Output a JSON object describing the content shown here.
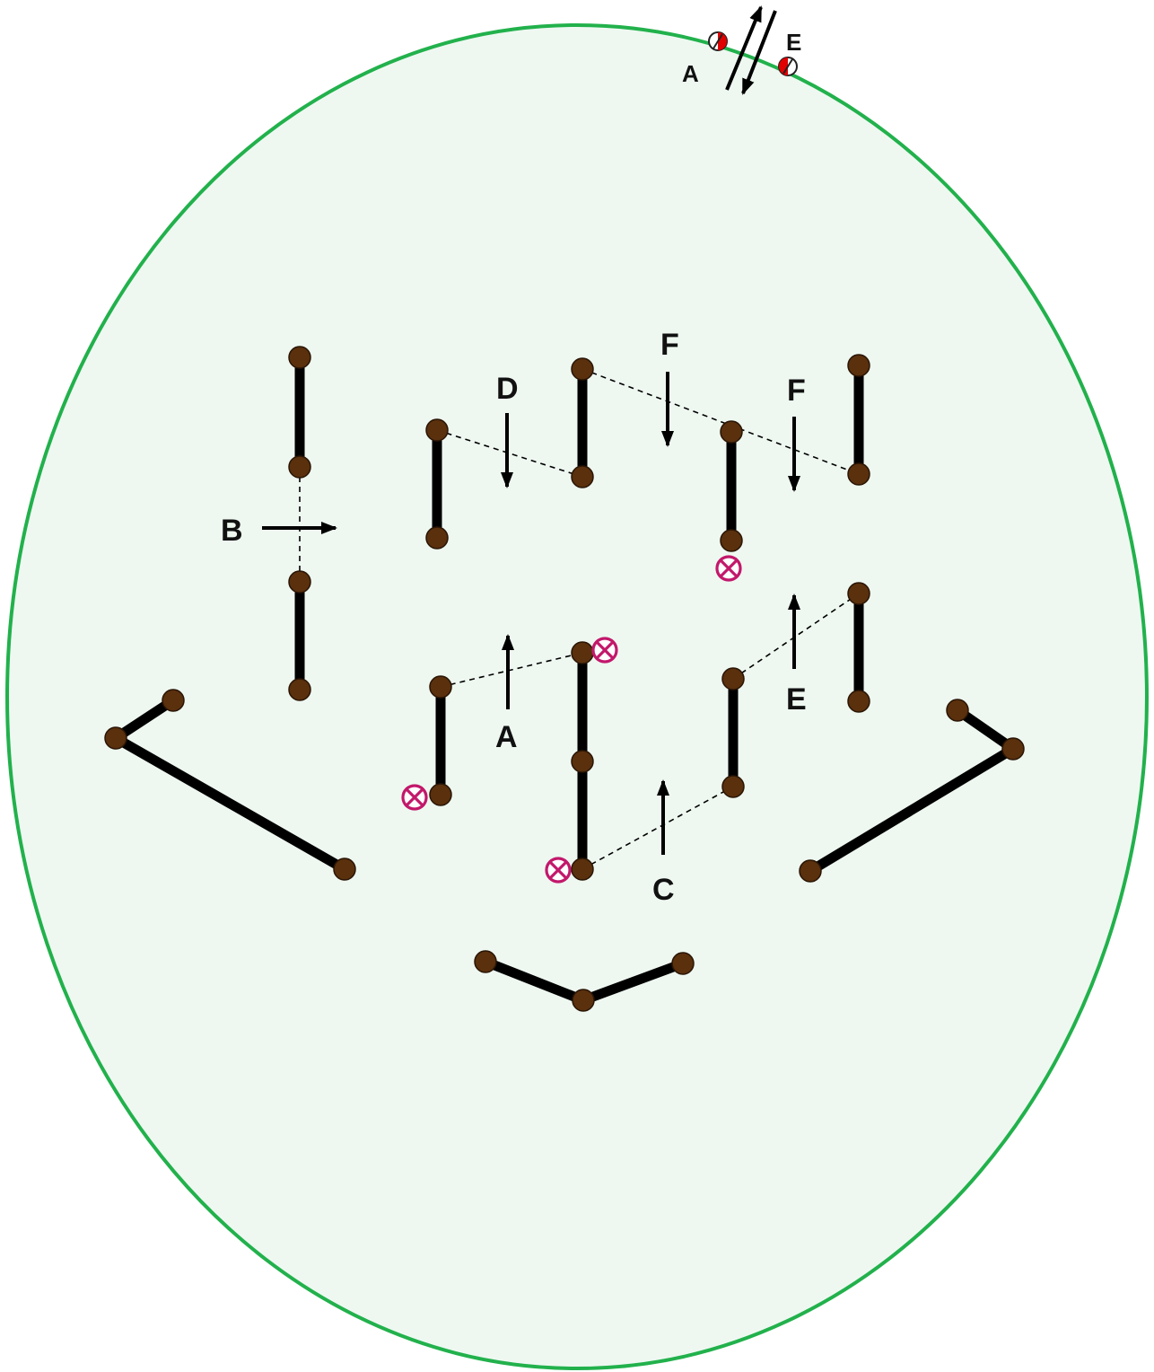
{
  "colors": {
    "cell_fill": "#eef8f1",
    "cell_border": "#22b14c",
    "chromosome": "#000000",
    "centromere": "#5a300d",
    "blocked_marker": "#c2186b",
    "ion_red": "#e00000"
  },
  "labels": {
    "channel_left": "A",
    "channel_right": "E",
    "arrow_b": "B",
    "arrow_d": "D",
    "arrow_f_top": "F",
    "arrow_f_right": "F",
    "arrow_a": "A",
    "arrow_c": "C",
    "arrow_e": "E"
  }
}
